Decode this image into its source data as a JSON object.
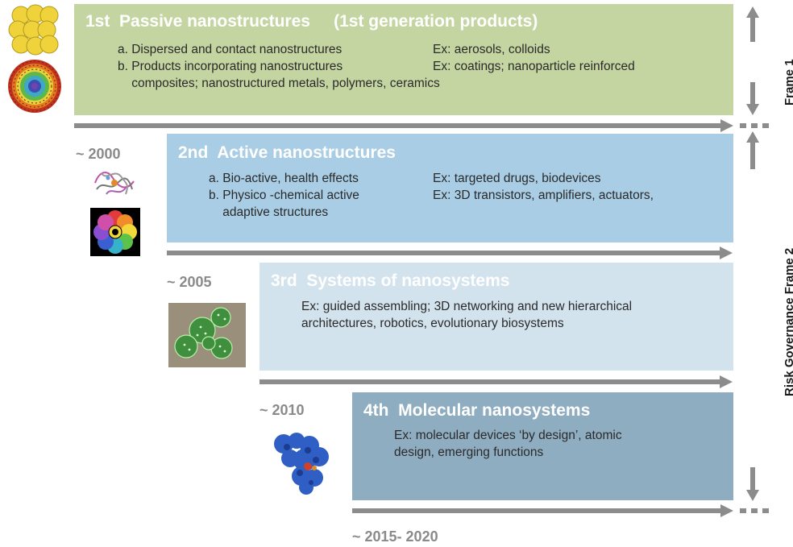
{
  "generations": [
    {
      "title": "1st  Passive nanostructures     (1st generation products)",
      "items": [
        "a. Dispersed and contact nanostructures",
        "b. Products incorporating nanostructures",
        "    composites; nanostructured metals, polymers, ceramics"
      ],
      "examples": [
        "Ex: aerosols, colloids",
        "Ex: coatings; nanoparticle reinforced"
      ]
    },
    {
      "title": "2nd  Active nanostructures",
      "items": [
        "a. Bio-active, health effects",
        "b. Physico -chemical active",
        "    adaptive structures"
      ],
      "examples": [
        "Ex: targeted drugs, biodevices",
        "Ex: 3D transistors, amplifiers, actuators,"
      ]
    },
    {
      "title": "3rd  Systems of nanosystems",
      "lines": [
        "Ex: guided assembling; 3D networking and new hierarchical",
        "architectures, robotics, evolutionary biosystems"
      ]
    },
    {
      "title": "4th  Molecular nanosystems",
      "lines": [
        "Ex: molecular devices ‘by design’, atomic",
        "design, emerging functions"
      ]
    }
  ],
  "years": [
    "~ 2000",
    "~ 2005",
    "~ 2010",
    "~ 2015- 2020"
  ],
  "frames": {
    "frame1": "Frame 1",
    "frame2": "Risk Governance Frame 2"
  },
  "colors": {
    "gen1": "#c5d5a2",
    "gen2": "#a8cde4",
    "gen3": "#d3e3ee",
    "gen4": "#8fadc0",
    "arrow": "#8c8c8c",
    "year": "#8a8a8a"
  },
  "icons": [
    "lattice-icon",
    "nanoparticle-sphere-icon",
    "protein-icon",
    "rainbow-flower-icon",
    "molecular-network-icon",
    "molecular-complex-icon"
  ]
}
